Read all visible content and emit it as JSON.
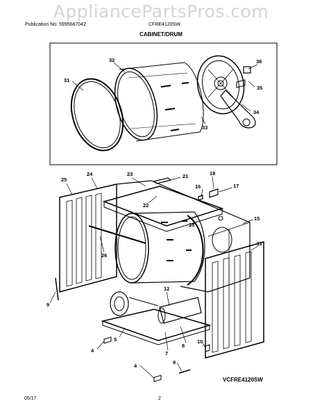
{
  "watermark": "AppliancePartsPros.com",
  "header": {
    "publication": "Publication No: 5995687042",
    "model": "CFRE4120SW",
    "section_title": "CABINET/DRUM"
  },
  "diagram_model_label": "VCFRE4120SW",
  "footer": {
    "date": "05/17",
    "page": "2"
  },
  "callouts": {
    "c31": "31",
    "c32": "32",
    "c33": "33",
    "c34": "34",
    "c35": "35",
    "c36": "36",
    "c25": "25",
    "c24": "24",
    "c23": "23",
    "c21": "21",
    "c22": "22",
    "c18": "18",
    "c16": "16",
    "c17": "17",
    "c13": "13",
    "c15": "15",
    "c26": "26",
    "c11": "11",
    "c12": "12",
    "c9a": "9",
    "c9b": "9",
    "c4a": "4",
    "c4b": "4",
    "c5": "5",
    "c7": "7",
    "c8": "8",
    "c10": "10"
  }
}
